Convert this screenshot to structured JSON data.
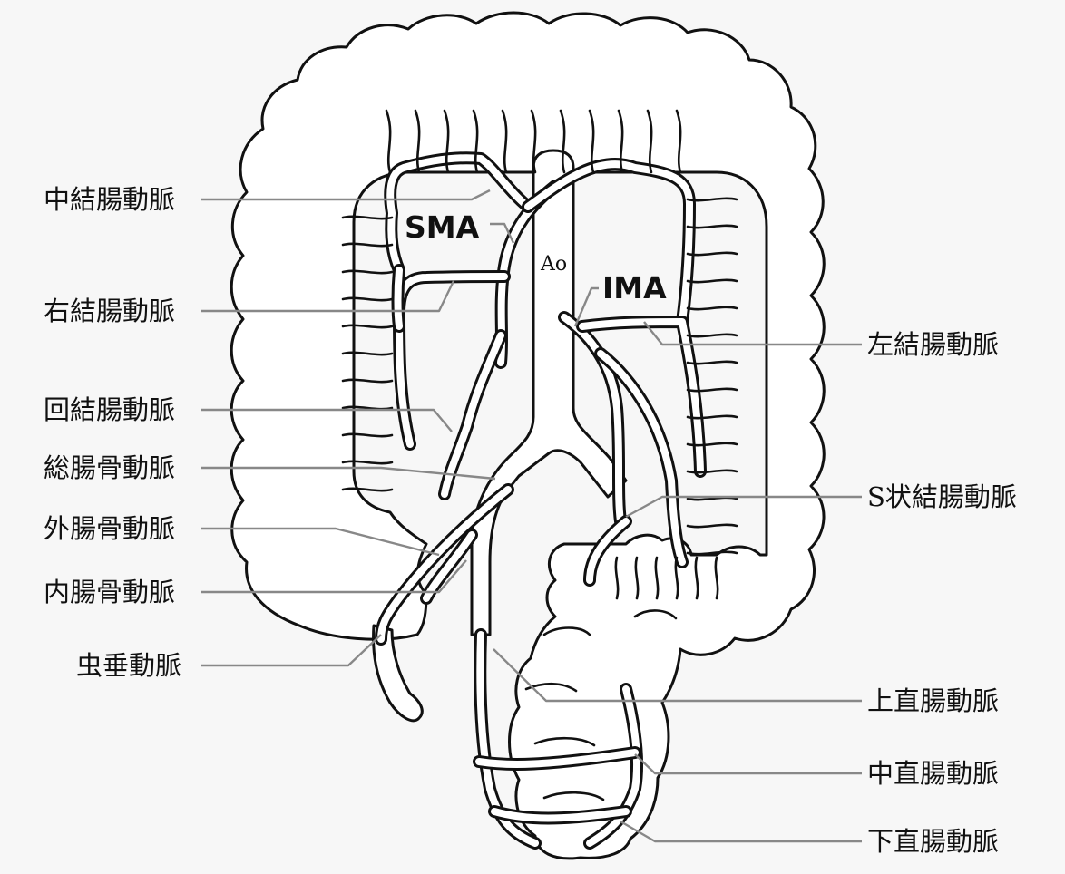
{
  "diagram": {
    "abbreviations": {
      "sma": "SMA",
      "ima": "IMA",
      "ao": "Ao"
    },
    "labels_left": [
      "中結腸動脈",
      "右結腸動脈",
      "回結腸動脈",
      "総腸骨動脈",
      "外腸骨動脈",
      "内腸骨動脈",
      "虫垂動脈"
    ],
    "labels_right": [
      "左結腸動脈",
      "S状結腸動脈",
      "上直腸動脈",
      "中直腸動脈",
      "下直腸動脈"
    ],
    "colors": {
      "line": "#111111",
      "leader": "#888888",
      "background": "#f7f7f7"
    }
  }
}
